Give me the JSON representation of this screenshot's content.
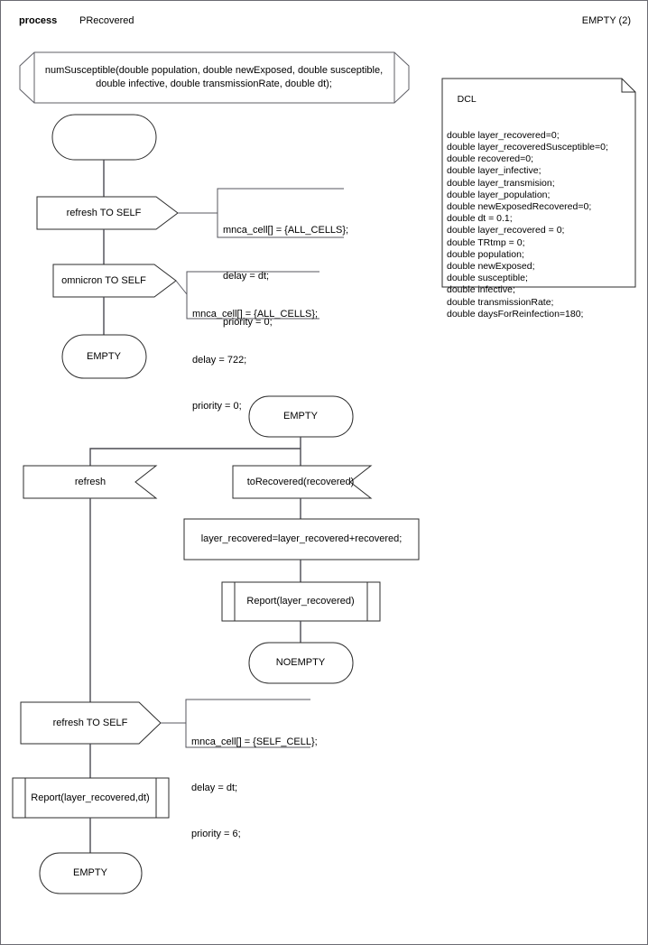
{
  "header": {
    "keyword": "process",
    "process_name": "PRecovered",
    "right_label": "EMPTY (2)"
  },
  "procedure_header": {
    "line1": "numSusceptible(double population, double newExposed, double susceptible,",
    "line2": "double infective, double transmissionRate, double dt);"
  },
  "dcl": {
    "title": "DCL",
    "declarations": [
      "double layer_recovered=0;",
      "double layer_recoveredSusceptible=0;",
      "double recovered=0;",
      "double layer_infective;",
      "double layer_transmision;",
      "double layer_population;",
      "double newExposedRecovered=0;",
      "double dt = 0.1;",
      "double layer_recovered = 0;",
      "double TRtmp = 0;",
      "double population;",
      "double newExposed;",
      "double susceptible;",
      "double infective;",
      "double transmissionRate;",
      "double daysForReinfection=180;"
    ]
  },
  "flow": {
    "start_state": "",
    "output1": "refresh TO SELF",
    "output2": "omnicron TO SELF",
    "state_empty_1": "EMPTY",
    "state_empty_2": "EMPTY",
    "input_refresh": "refresh",
    "input_torecovered": "toRecovered(recovered)",
    "task_assign": "layer_recovered=layer_recovered+recovered;",
    "call_report_1": "Report(layer_recovered)",
    "state_noempty": "NOEMPTY",
    "output3": "refresh TO SELF",
    "call_report_2": "Report(layer_recovered,dt)",
    "state_empty_3": "EMPTY"
  },
  "comments": {
    "c1": [
      "mnca_cell[] = {ALL_CELLS};",
      "delay = dt;",
      "priority = 0;"
    ],
    "c2": [
      "mnca_cell[] = {ALL_CELLS};",
      "delay = 722;",
      "priority = 0;"
    ],
    "c3": [
      "mnca_cell[] = {SELF_CELL};",
      "delay = dt;",
      "priority = 6;"
    ]
  },
  "colors": {
    "stroke": "#2b2b2b",
    "connector": "#4a4a52",
    "frame": "#6b6b72",
    "background": "#ffffff"
  }
}
